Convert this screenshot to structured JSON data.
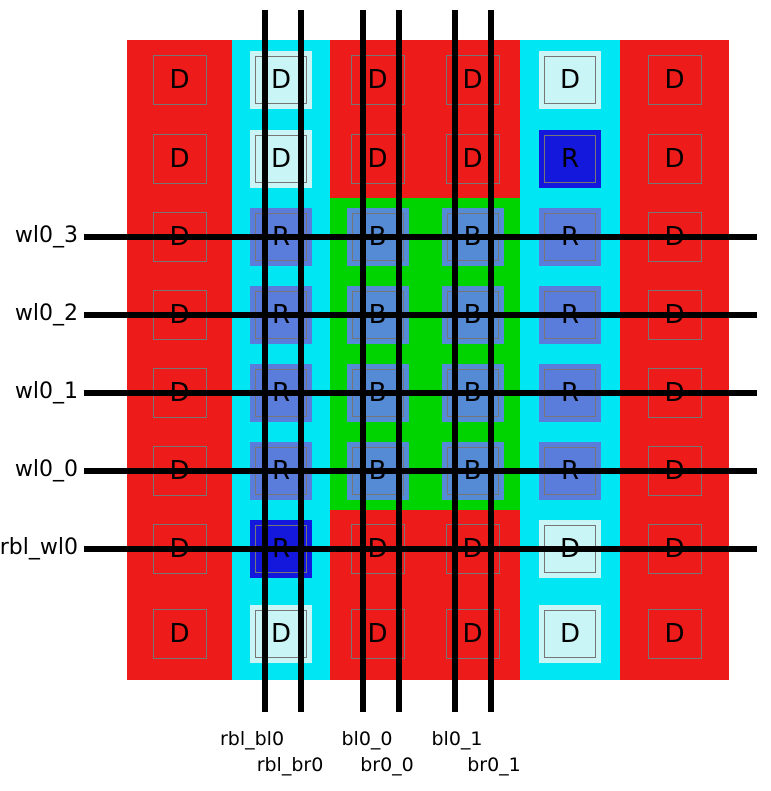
{
  "figure": {
    "type": "memory-array-layout-diagram",
    "background": "#ffffff"
  },
  "colors": {
    "dummy_red": "#ee1b1b",
    "replica_column_cyan": "#00e6f2",
    "bitcell_green": "#00d400",
    "replica_cell_blue": "#5a7ddc",
    "replica_dark_blue": "#1418dd",
    "bitcell_square_blue": "#548bd4",
    "pale_cell": "#c9f5f7",
    "cell_outline": "#767676",
    "signal_line": "#000000",
    "label_text": "#000000"
  },
  "cell_types": {
    "D": "dummy-cell",
    "R": "replica-cell",
    "B": "bitcell"
  },
  "grid": {
    "rows": 8,
    "cols": 6,
    "cells": [
      [
        "Do",
        "Dp",
        "Do",
        "Do",
        "Dp",
        "Do"
      ],
      [
        "Do",
        "Dp",
        "Do",
        "Do",
        "Rd",
        "Do"
      ],
      [
        "Do",
        "Rb",
        "Bb",
        "Bb",
        "Rb",
        "Do"
      ],
      [
        "Do",
        "Rb",
        "Bb",
        "Bb",
        "Rb",
        "Do"
      ],
      [
        "Do",
        "Rb",
        "Bb",
        "Bb",
        "Rb",
        "Do"
      ],
      [
        "Do",
        "Rb",
        "Bb",
        "Bb",
        "Rb",
        "Do"
      ],
      [
        "Do",
        "Rd",
        "Do",
        "Do",
        "Dp",
        "Do"
      ],
      [
        "Do",
        "Dp",
        "Do",
        "Do",
        "Dp",
        "Do"
      ]
    ]
  },
  "wordlines": [
    {
      "label": "wl0_3"
    },
    {
      "label": "wl0_2"
    },
    {
      "label": "wl0_1"
    },
    {
      "label": "wl0_0"
    },
    {
      "label": "rbl_wl0"
    }
  ],
  "bitlines": [
    {
      "label": "rbl_bl0"
    },
    {
      "label": "rbl_br0"
    },
    {
      "label": "bl0_0"
    },
    {
      "label": "br0_0"
    },
    {
      "label": "bl0_1"
    },
    {
      "label": "br0_1"
    }
  ]
}
